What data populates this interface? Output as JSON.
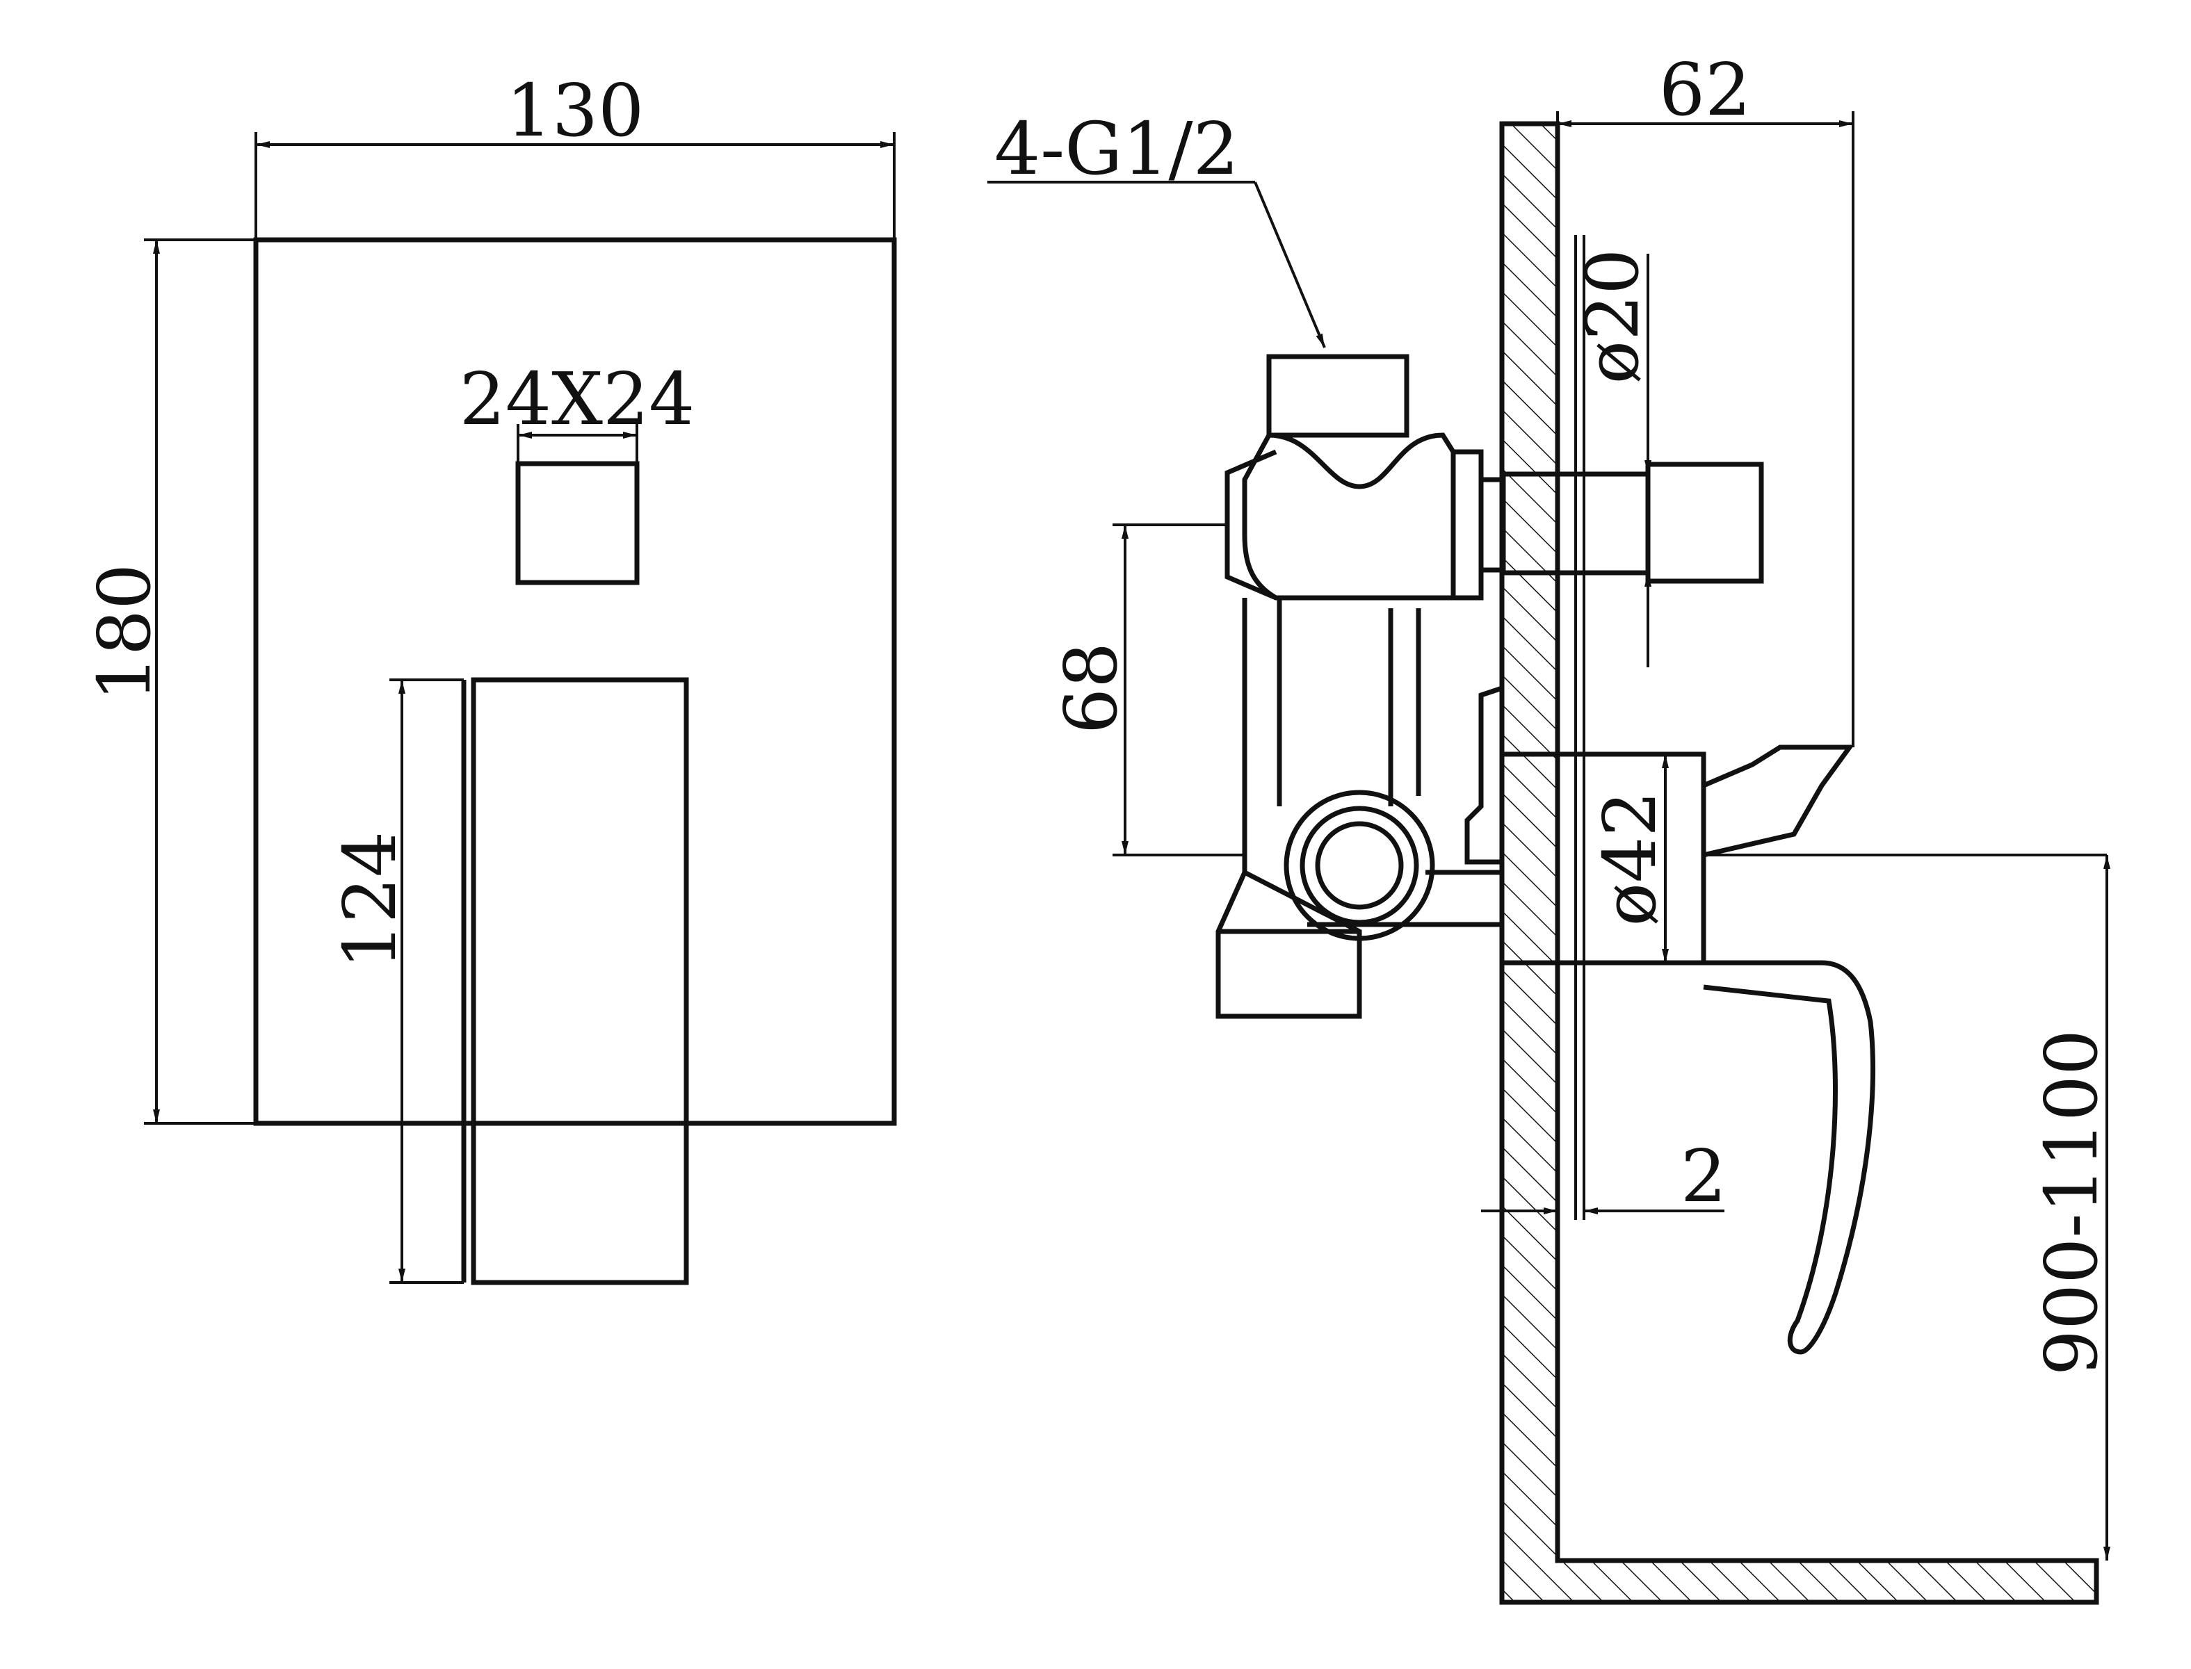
{
  "drawing": {
    "front_view": {
      "width_label": "130",
      "height_label": "180",
      "knob_label": "24X24",
      "handle_height_label": "124"
    },
    "side_view": {
      "connection_label": "4-G1/2",
      "depth_label": "62",
      "shaft_diameter_label": "ø20",
      "body_diameter_label": "ø42",
      "inlet_spacing_label": "68",
      "plate_thickness_label": "2",
      "mounting_height_label": "900-1100"
    }
  }
}
